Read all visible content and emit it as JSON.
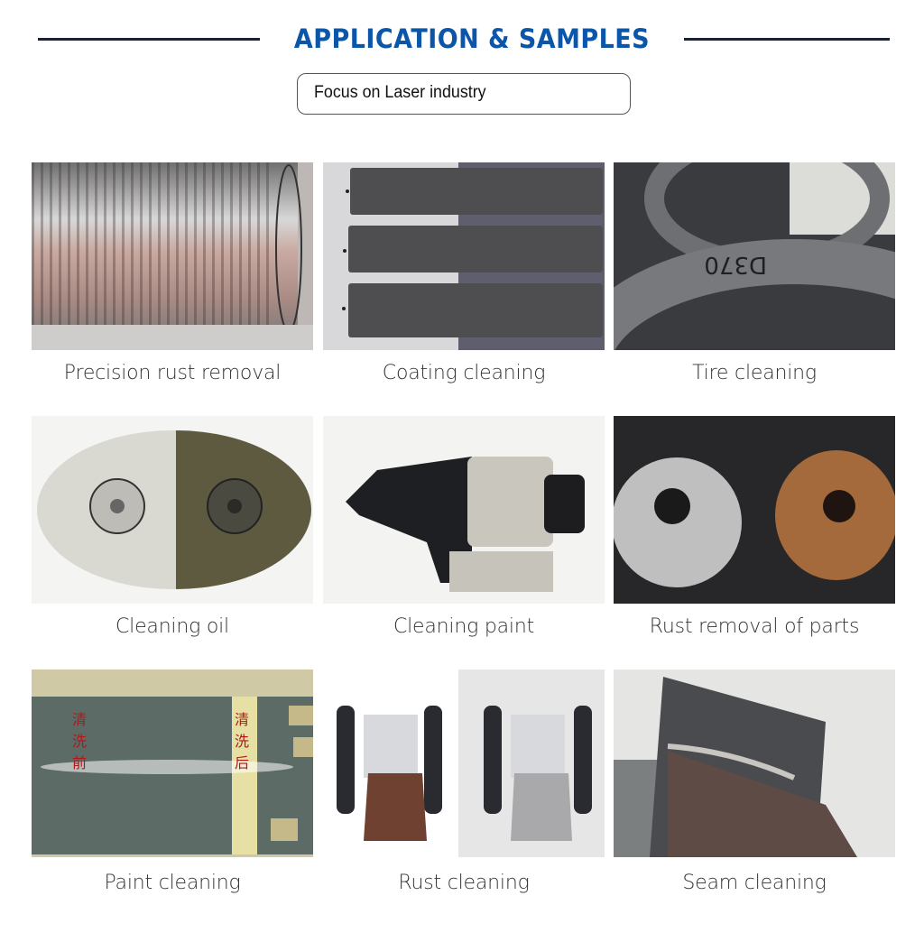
{
  "header": {
    "title": "APPLICATION & SAMPLES",
    "title_color": "#0b56a8",
    "line_color": "#1a2233"
  },
  "tagline": {
    "text": "Focus on Laser industry"
  },
  "samples": [
    {
      "caption": "Precision rust removal",
      "image": "threaded-shaft-rust-removal"
    },
    {
      "caption": "Coating cleaning",
      "image": "coated-panel-trays"
    },
    {
      "caption": "Tire cleaning",
      "image": "tire-sidewall"
    },
    {
      "caption": "Cleaning oil",
      "image": "gearbox-cover-oil"
    },
    {
      "caption": "Cleaning  paint",
      "image": "engine-part-paint"
    },
    {
      "caption": "Rust removal of parts",
      "image": "pulley-before-after"
    },
    {
      "caption": "Paint cleaning",
      "image": "painted-panel",
      "image_text": [
        "清洗前",
        "清洗后"
      ]
    },
    {
      "caption": "Rust cleaning",
      "image": "rotary-chuck-before-after"
    },
    {
      "caption": "Seam cleaning",
      "image": "weld-seam-plate"
    }
  ]
}
